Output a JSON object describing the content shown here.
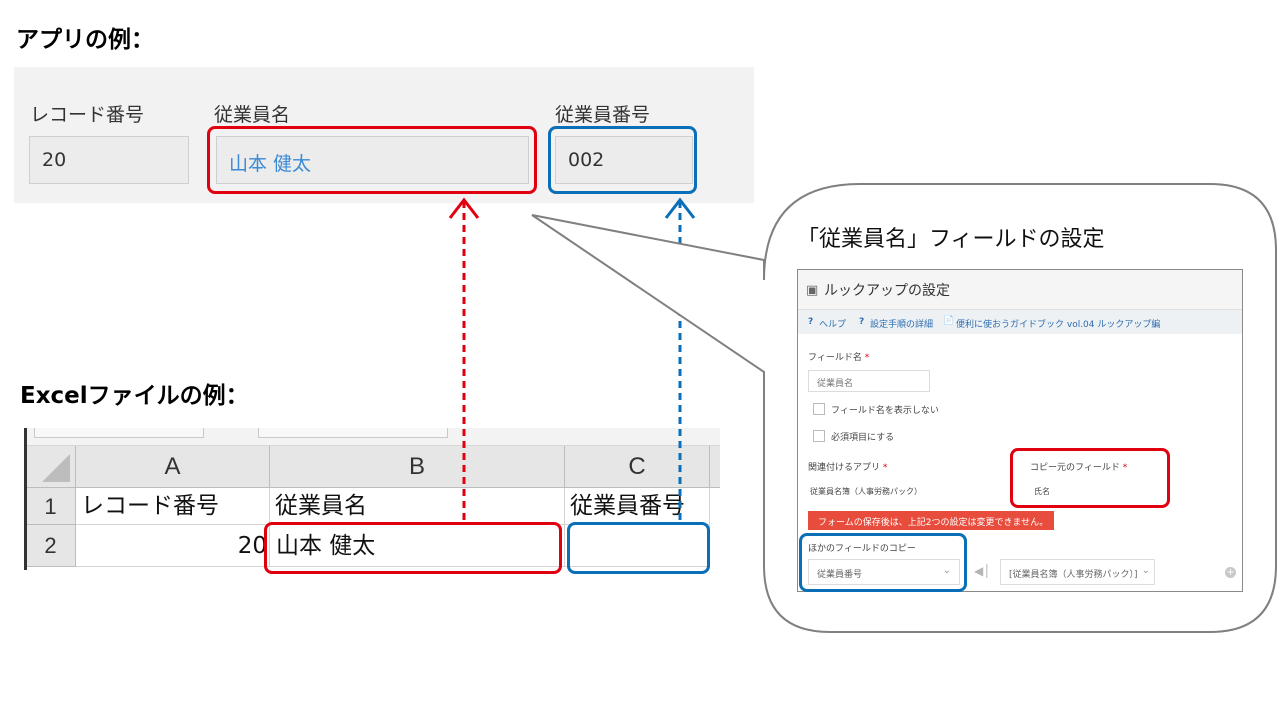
{
  "headings": {
    "app_example": "アプリの例：",
    "excel_example": "Excelファイルの例："
  },
  "app": {
    "record_number": {
      "label": "レコード番号",
      "value": "20"
    },
    "employee_name": {
      "label": "従業員名",
      "value": "山本 健太"
    },
    "employee_number": {
      "label": "従業員番号",
      "value": "002"
    }
  },
  "excel": {
    "columns": [
      "A",
      "B",
      "C"
    ],
    "rows": [
      {
        "num": "1",
        "cells": [
          "レコード番号",
          "従業員名",
          "従業員番号"
        ]
      },
      {
        "num": "2",
        "cells": [
          "20",
          "山本 健太",
          ""
        ]
      }
    ]
  },
  "callout": {
    "title": "「従業員名」フィールドの設定",
    "settings": {
      "header": "ルックアップの設定",
      "links": {
        "help": "ヘルプ",
        "details": "設定手順の詳細",
        "guide": "便利に使おうガイドブック vol.04 ルックアップ編"
      },
      "field_name_label": "フィールド名",
      "required_mark": "*",
      "field_name_value": "従業員名",
      "hide_field_name": "フィールド名を表示しない",
      "required_field": "必須項目にする",
      "related_app_label": "関連付けるアプリ",
      "related_app_value": "従業員名簿（人事労務パック）",
      "copy_source_label": "コピー元のフィールド",
      "copy_source_value": "氏名",
      "error_message": "フォームの保存後は、上記2つの設定は変更できません。",
      "other_copy_label": "ほかのフィールドのコピー",
      "other_copy_select": "従業員番号",
      "other_copy_source": "[従業員名簿（人事労務パック）]"
    }
  },
  "colors": {
    "red_highlight": "#e1000f",
    "blue_highlight": "#0b6fb8",
    "app_value_text": "#3a8ad6",
    "error_bg": "#e74c3c"
  }
}
